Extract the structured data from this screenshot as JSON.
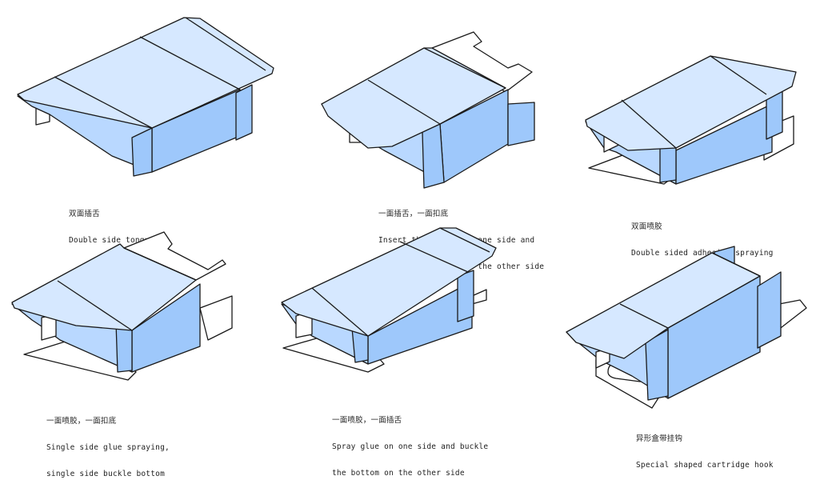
{
  "items": [
    {
      "zh": "双面插舌",
      "en": [
        "Double side tongue"
      ]
    },
    {
      "zh": "一面插舌，一面扣底",
      "en": [
        "Insert the tongue on one side and",
        "buckle the bottom on the other side"
      ]
    },
    {
      "zh": "双面喷胶",
      "en": [
        "Double sided adhesive spraying"
      ]
    },
    {
      "zh": "一面喷胶，一面扣底",
      "en": [
        "Single side glue spraying,",
        "single side buckle bottom"
      ]
    },
    {
      "zh": "一面喷胶，一面插舌",
      "en": [
        "Spray glue on one side and buckle",
        "the bottom on the other side"
      ]
    },
    {
      "zh": "异形盒带挂钩",
      "en": [
        "Special shaped cartridge hook"
      ]
    }
  ],
  "colors": {
    "light": "#d6e8ff",
    "mid": "#b9d8ff",
    "dark": "#9ec8fb",
    "outline": "#1a1a1a"
  }
}
